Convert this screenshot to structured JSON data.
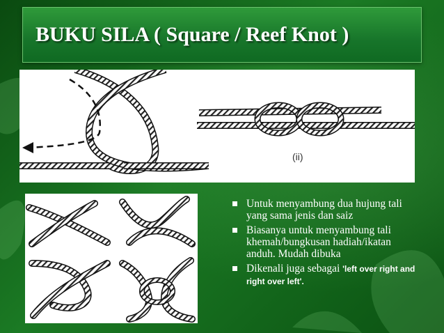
{
  "slide": {
    "title": "BUKU SILA  ( Square / Reef Knot )",
    "figure_label": "(ii)",
    "bullets": [
      {
        "text": "Untuk menyambung dua hujung tali yang sama jenis dan saiz"
      },
      {
        "text": "Biasanya untuk menyambung tali khemah/bungkusan hadiah/ikatan anduh. Mudah dibuka"
      },
      {
        "text_main": "Dikenali juga sebagai ",
        "text_note": "'left over right and right over left'."
      }
    ]
  },
  "colors": {
    "background": "#0d5a14",
    "title_bar": "#1f8a30",
    "text": "#ffffff"
  }
}
